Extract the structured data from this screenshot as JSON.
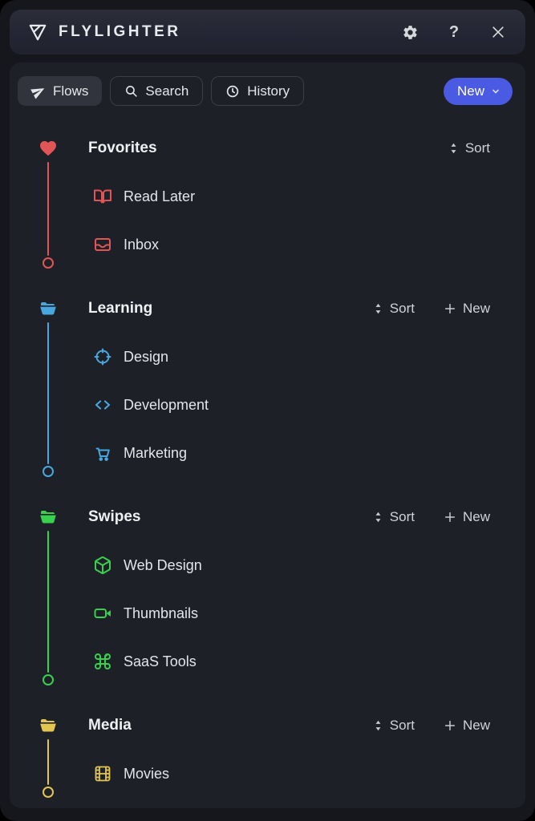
{
  "header": {
    "app_name": "FLYLIGHTER",
    "help_label": "?",
    "icons": [
      "flylighter-logo",
      "settings-gear-icon",
      "help-button",
      "close-icon"
    ]
  },
  "nav": {
    "tabs": [
      {
        "label": "Flows",
        "icon": "paper-plane-icon",
        "active": true
      },
      {
        "label": "Search",
        "icon": "search-icon",
        "active": false
      },
      {
        "label": "History",
        "icon": "history-icon",
        "active": false
      }
    ],
    "new_button": {
      "label": "New",
      "icon": "chevron-down-icon",
      "color": "#4a5ae2"
    }
  },
  "sections": [
    {
      "title": "Fovorites",
      "icon": "heart-icon",
      "color": "#e15556",
      "sort_label": "Sort",
      "items": [
        {
          "label": "Read Later",
          "icon": "book-open-icon"
        },
        {
          "label": "Inbox",
          "icon": "inbox-icon"
        }
      ]
    },
    {
      "title": "Learning",
      "icon": "folder-open-icon",
      "color": "#47a7de",
      "sort_label": "Sort",
      "new_label": "New",
      "items": [
        {
          "label": "Design",
          "icon": "target-icon"
        },
        {
          "label": "Development",
          "icon": "code-icon"
        },
        {
          "label": "Marketing",
          "icon": "cart-icon"
        }
      ]
    },
    {
      "title": "Swipes",
      "icon": "folder-open-icon",
      "color": "#38d14d",
      "sort_label": "Sort",
      "new_label": "New",
      "items": [
        {
          "label": "Web Design",
          "icon": "cube-icon"
        },
        {
          "label": "Thumbnails",
          "icon": "video-camera-icon"
        },
        {
          "label": "SaaS Tools",
          "icon": "command-icon"
        }
      ]
    },
    {
      "title": "Media",
      "icon": "folder-open-icon",
      "color": "#e3c64f",
      "sort_label": "Sort",
      "new_label": "New",
      "items": [
        {
          "label": "Movies",
          "icon": "film-icon"
        }
      ]
    }
  ]
}
